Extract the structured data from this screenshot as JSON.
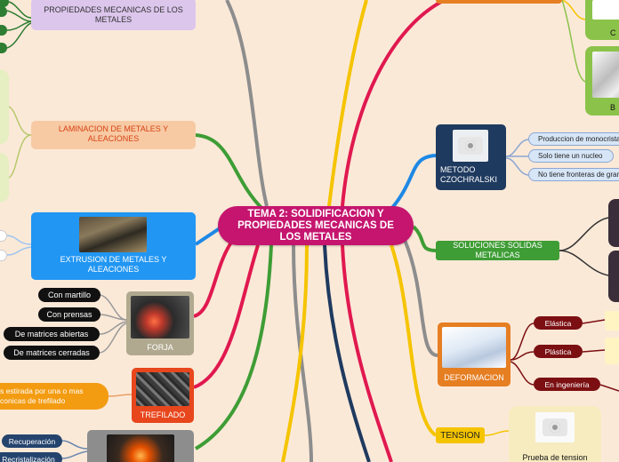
{
  "center": {
    "title": "TEMA 2: SOLIDIFICACION Y PROPIEDADES MECANICAS DE LOS METALES"
  },
  "propiedades": {
    "label": "PROPIEDADES MECANICAS DE LOS METALES"
  },
  "laminacion": {
    "label": "LAMINACION DE METALES Y ALEACIONES"
  },
  "extrusion": {
    "label": "EXTRUSION DE METALES Y ALEACIONES"
  },
  "forja": {
    "label": "FORJA",
    "items": [
      "Con martillo",
      "Con prensas",
      "De matrices abiertas",
      "De matrices cerradas"
    ]
  },
  "trefilado": {
    "label": "TREFILADO",
    "note": "s estirada por una o mas conicas de trefilado"
  },
  "recocido": {
    "items": [
      "Recuperación",
      "Recristalización"
    ]
  },
  "czochralski": {
    "label": "METODO CZOCHRALSKI",
    "items": [
      "Produccion de monocristales",
      "Solo tiene un nucleo",
      "No tiene fronteras de grano"
    ]
  },
  "soluciones": {
    "label": "SOLUCIONES SOLIDAS METALICAS"
  },
  "deformacion": {
    "label": "DEFORMACION",
    "items": [
      "Elástica",
      "Plástica",
      "En ingeniería"
    ]
  },
  "tension": {
    "label": "TENSION",
    "prueba": "Prueba de tension"
  },
  "top_right": {
    "label_c": "C",
    "label_b": "B"
  },
  "colors": {
    "center": "#c5156f",
    "gray": "#8d8d8d",
    "yellow": "#f5c400",
    "green": "#3e9d35",
    "pink": "#e0194f",
    "blue": "#1e88e5",
    "navy": "#1f3a5f",
    "olive": "#8bc34a",
    "orange": "#e67e22",
    "lavender": "#dcc6ec",
    "peach": "#f7caa4",
    "sky": "#2196f3",
    "khaki": "#b0a98f",
    "maroon": "#7b0f12"
  }
}
